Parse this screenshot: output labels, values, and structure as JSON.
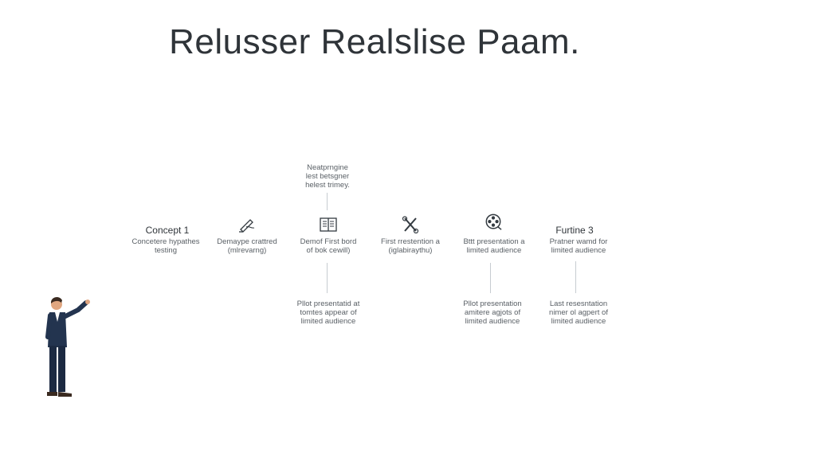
{
  "title": "Relusser Realslise Paam.",
  "top_note": "Neatprngine\nlest betsgner\nhelest trimey.",
  "stages": [
    {
      "heading": "Concept 1",
      "desc": "Concetere hypathes\ntesting",
      "icon": "none"
    },
    {
      "heading": "",
      "desc": "Demaype crattred\n(mlrevarng)",
      "icon": "pen-drawing-icon"
    },
    {
      "heading": "",
      "desc": "Demof First bord\nof bok cewill)",
      "icon": "book-icon"
    },
    {
      "heading": "",
      "desc": "First rrestention a\n(iglabiraythu)",
      "icon": "tools-icon"
    },
    {
      "heading": "",
      "desc": "Bttt presentation a\nlimited audience",
      "icon": "film-reel-icon"
    },
    {
      "heading": "Furtine 3",
      "desc": "Pratner wamd for\nlimited audience",
      "icon": "none"
    }
  ],
  "bottom_notes": [
    "Pllot presentatid at\ntomtes appear of\nlimited audience",
    "Pllot presentation\namitere agjots of\nlimited audience",
    "Last resesntation\nnimer ol agpert of\nlimited audience"
  ],
  "colors": {
    "title": "#2f3439",
    "text": "#5a6066",
    "line": "#c7ccd1",
    "suit": "#23344f",
    "skin": "#e0a680"
  }
}
